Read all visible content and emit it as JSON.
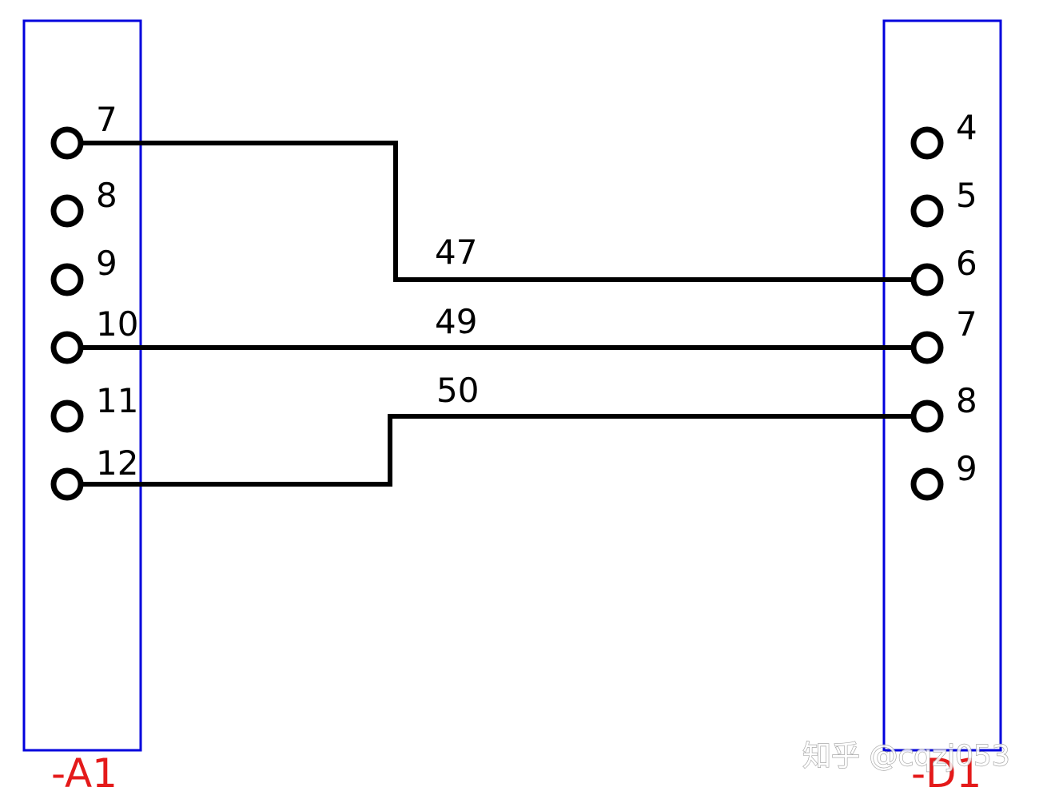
{
  "colors": {
    "box_border": "#0000dd",
    "box_label": "#e41a1a",
    "wire": "#000000"
  },
  "blocks": {
    "left": {
      "label": "-A1",
      "pins": [
        "7",
        "8",
        "9",
        "10",
        "11",
        "12"
      ]
    },
    "right": {
      "label": "-D1",
      "pins": [
        "4",
        "5",
        "6",
        "7",
        "8",
        "9"
      ]
    }
  },
  "wires": [
    {
      "label": "47",
      "from_pin": "7",
      "to_pin": "6"
    },
    {
      "label": "49",
      "from_pin": "10",
      "to_pin": "7"
    },
    {
      "label": "50",
      "from_pin": "12",
      "to_pin": "8"
    }
  ],
  "watermark": "知乎 @cqzj053"
}
